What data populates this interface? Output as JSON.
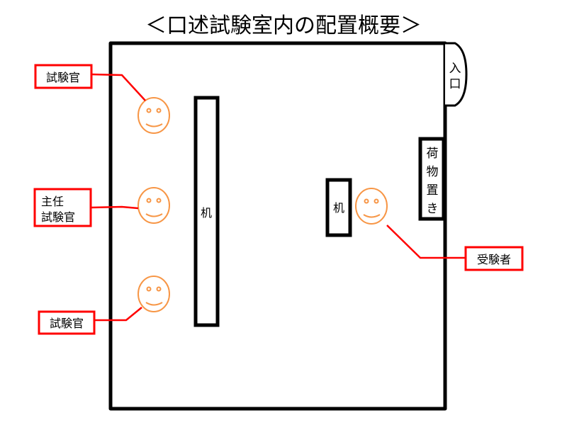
{
  "title": "＜口述試験室内の配置概要＞",
  "room": {
    "entrance": [
      "入",
      "口"
    ],
    "baggage": [
      "荷",
      "物",
      "置",
      "き"
    ],
    "examiner_desk": "机",
    "examinee_desk": "机"
  },
  "labels": {
    "examiner_top": "試験官",
    "chief_line1": "主任",
    "chief_line2": "試験官",
    "examiner_bottom": "試験官",
    "examinee": "受験者"
  },
  "colors": {
    "label_red": "#ff0000",
    "face_orange": "#f79646"
  }
}
